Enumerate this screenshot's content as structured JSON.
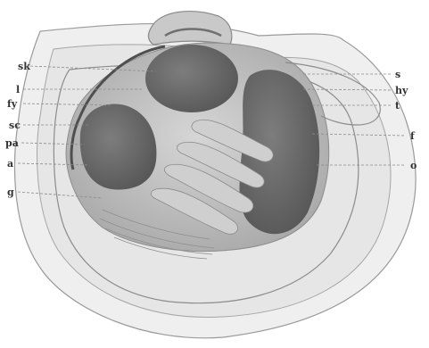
{
  "figure": {
    "labels_left": [
      "sk",
      "l",
      "fy",
      "sc",
      "pa",
      "a",
      "g"
    ],
    "labels_right": [
      "s",
      "hy",
      "t",
      "f",
      "o"
    ],
    "colors": {
      "background": "#ffffff",
      "outer_membrane": "#efefef",
      "inner_body": "#c3c3c3",
      "dark_mass": "#6c6c6c",
      "outline": "#8c8c8c",
      "label": "#333333"
    }
  }
}
